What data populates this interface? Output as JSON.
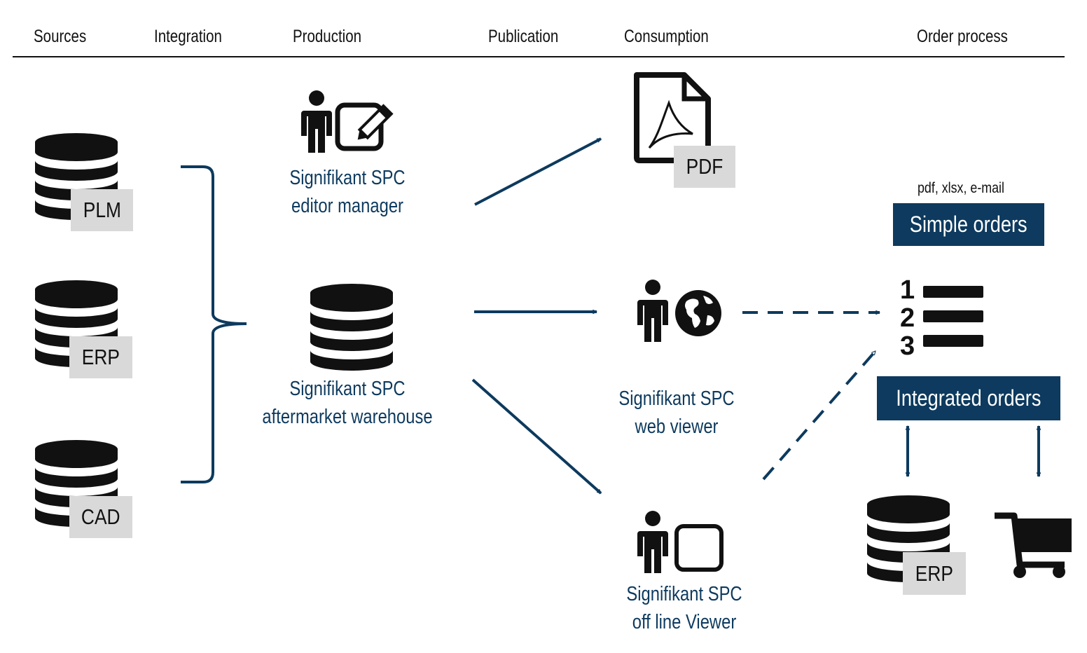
{
  "headers": {
    "sources": "Sources",
    "integration": "Integration",
    "production": "Production",
    "publication": "Publication",
    "consumption": "Consumption",
    "order_process": "Order process"
  },
  "sources": {
    "plm": "PLM",
    "erp": "ERP",
    "cad": "CAD"
  },
  "production": {
    "editor_line1": "Signifikant SPC",
    "editor_line2": "editor manager",
    "warehouse_line1": "Signifikant SPC",
    "warehouse_line2": "aftermarket warehouse"
  },
  "consumption": {
    "pdf": "PDF",
    "web_line1": "Signifikant SPC",
    "web_line2": "web viewer",
    "offline_line1": "Signifikant SPC",
    "offline_line2": "off line Viewer"
  },
  "order_process": {
    "formats": "pdf, xlsx, e-mail",
    "simple_orders": "Simple orders",
    "integrated_orders": "Integrated orders",
    "erp": "ERP",
    "list_numbers": [
      "1",
      "2",
      "3"
    ]
  },
  "colors": {
    "navy": "#0d3a5e",
    "icon": "#111111",
    "tag_bg": "#d9d9d9"
  },
  "icons": [
    "database-icon",
    "person-edit-icon",
    "pdf-file-icon",
    "person-globe-icon",
    "person-device-icon",
    "numbered-list-icon",
    "shopping-cart-icon"
  ]
}
